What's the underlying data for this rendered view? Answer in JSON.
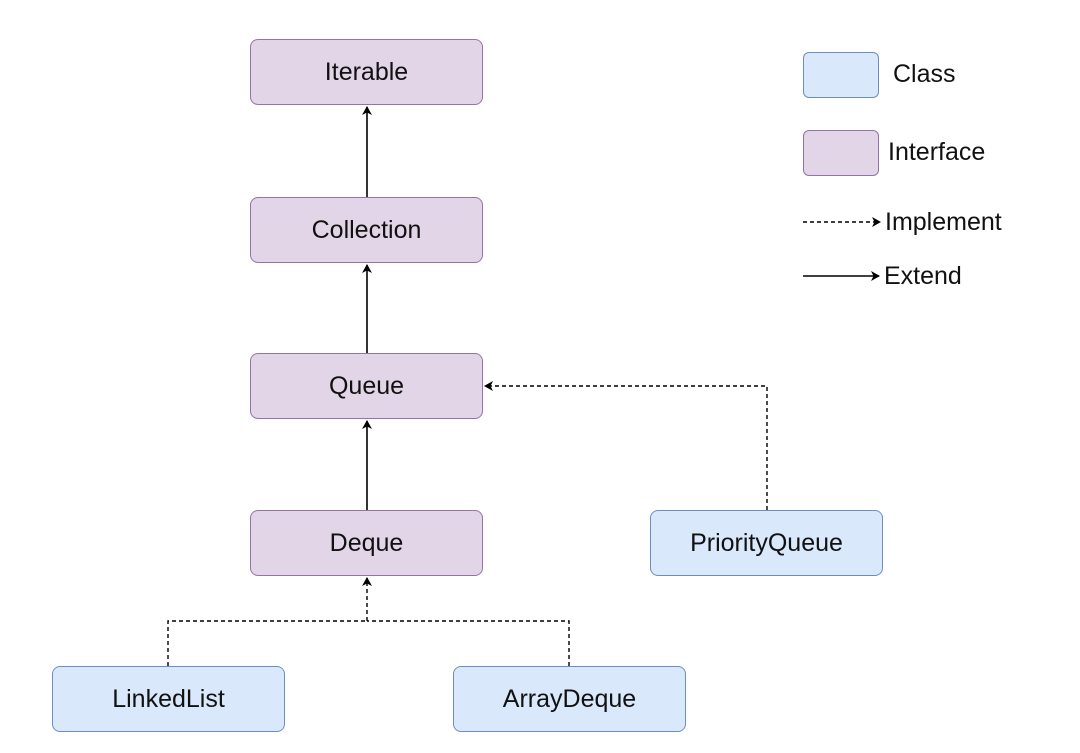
{
  "nodes": {
    "iterable": "Iterable",
    "collection": "Collection",
    "queue": "Queue",
    "deque": "Deque",
    "priority_queue": "PriorityQueue",
    "linked_list": "LinkedList",
    "array_deque": "ArrayDeque"
  },
  "legend": {
    "class": "Class",
    "interface": "Interface",
    "implement": "Implement",
    "extend": "Extend"
  },
  "colors": {
    "interface_fill": "#e1d5e7",
    "interface_border": "#9673a6",
    "class_fill": "#dae8fc",
    "class_border": "#6c8ebf"
  }
}
